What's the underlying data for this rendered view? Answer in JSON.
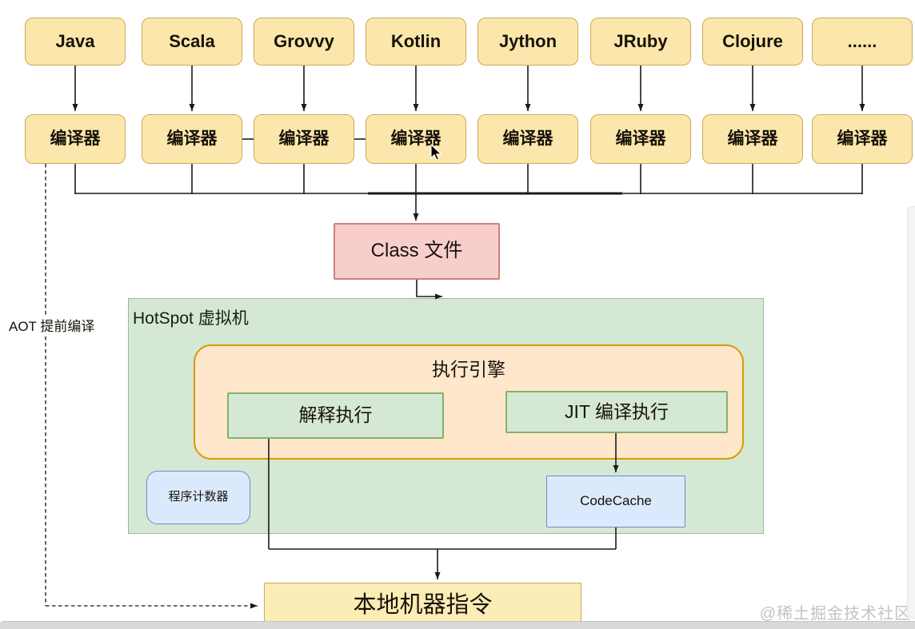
{
  "diagram": {
    "languages": [
      "Java",
      "Scala",
      "Grovvy",
      "Kotlin",
      "Jython",
      "JRuby",
      "Clojure",
      "......"
    ],
    "compiler_label": "编译器",
    "class_file_label": "Class 文件",
    "hotspot_title": "HotSpot 虚拟机",
    "engine_title": "执行引擎",
    "interpreter_label": "解释执行",
    "jit_label": "JIT 编译执行",
    "pc_register_label": "程序计数器",
    "code_cache_label": "CodeCache",
    "native_label": "本地机器指令",
    "aot_label": "AOT 提前编译"
  },
  "watermark": "@稀土掘金技术社区",
  "colors": {
    "yellow_fill": "#fbe7ab",
    "yellow_border": "#cfa85c",
    "native_fill": "#fcecb5",
    "pink_fill": "#f8cecc",
    "pink_border": "#d07f7b",
    "green_fill": "#d5e8d4",
    "green_outer_border": "#9bb999",
    "green_inner_border": "#82b366",
    "orange_fill": "#ffe7cc",
    "orange_border": "#d79b00",
    "blue_fill": "#dbe9fc",
    "blue_border": "#6c8ebf",
    "line": "#1a1a1a",
    "watermark_text": "#c3c3c3"
  }
}
